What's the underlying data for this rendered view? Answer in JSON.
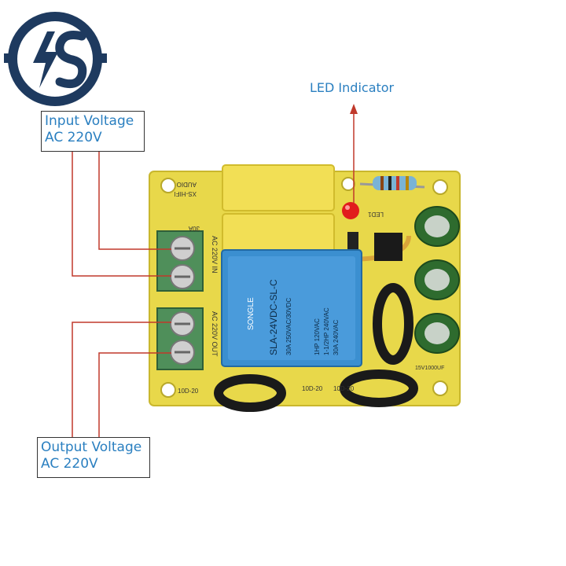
{
  "logo": {
    "icon": "bolt-s-logo-icon",
    "color": "#1e3a5f"
  },
  "labels": {
    "input_line1": "Input Voltage",
    "input_line2": "AC 220V",
    "output_line1": "Output Voltage",
    "output_line2": "AC 220V",
    "led": "LED Indicator"
  },
  "board": {
    "label_hifi_1": "XS-HIFI",
    "label_hifi_2": "AUDIO",
    "label_power": "30A",
    "label_ac_in": "AC 220V IN",
    "label_ac_out": "AC 220V OUT",
    "label_led": "LED1",
    "label_inductor_1": "10D-20",
    "label_inductor_2": "10D-20",
    "label_inductor_3": "10D-20",
    "label_cap": "15V1000UF"
  },
  "relay": {
    "brand": "SONGLE",
    "model": "SLA-24VDC-SL-C",
    "rating_1": "30A  250VAC/30VDC",
    "rating_2": "1HP 120VAC",
    "rating_3": "1-1/2HP 240VAC",
    "rating_4": "30A 240VAC"
  },
  "colors": {
    "board": "#e8d84a",
    "relay": "#3b8fd0",
    "capacitor": "#2e6b2e",
    "terminal": "#4f8f5a",
    "callout_line": "#c0392b",
    "label_text": "#2a7fc0"
  }
}
